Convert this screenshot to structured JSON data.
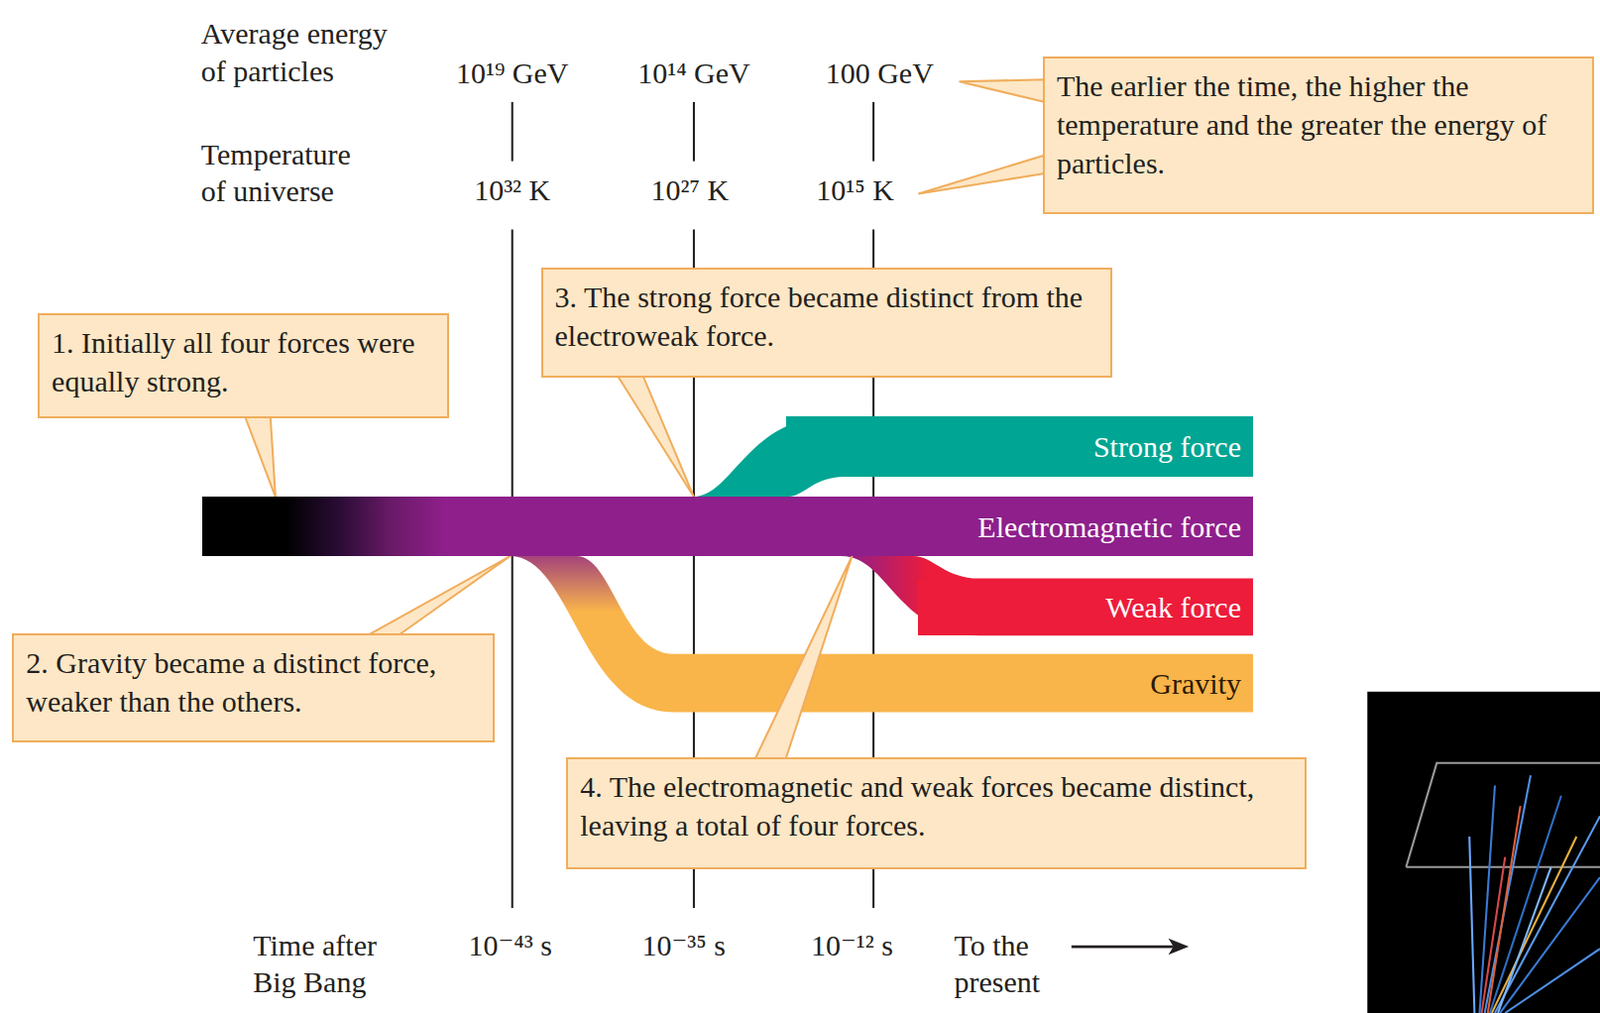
{
  "diagram": {
    "nodes": [
      {
        "text": [
          "The earlier the time, the higher the temperature and the greater the energy of particles."
        ]
      },
      {
        "text": [
          "1. Initially all four forces were equally strong."
        ]
      },
      {
        "text": [
          "3. The strong force became distinct from the electroweak force."
        ]
      },
      {
        "text": [
          "Strong force"
        ]
      },
      {
        "text": [
          "Electromagnetic force"
        ]
      },
      {
        "text": [
          "Weak force"
        ]
      },
      {
        "text": [
          "Gravity"
        ]
      },
      {
        "text": [
          "2. Gravity became a distinct force, weaker than the others."
        ]
      },
      {
        "text": [
          "4. The electromagnetic and weak forces became distinct, leaving a total of four forces."
        ]
      }
    ],
    "edges": [
      {
        "from": 1,
        "to": 4,
        "arrow": "none"
      },
      {
        "from": 2,
        "to": 4,
        "arrow": "none"
      },
      {
        "from": 7,
        "to": 4,
        "arrow": "none"
      },
      {
        "from": 8,
        "to": 4,
        "arrow": "none"
      }
    ],
    "labels": [
      "Average energy of particles",
      "10¹⁹ GeV",
      "10¹⁴ GeV",
      "100 GeV",
      "Temperature of universe",
      "10³² K",
      "10²⁷ K",
      "10¹⁵ K",
      "Time after Big Bang",
      "10⁻⁴³ s",
      "10⁻³⁵ s",
      "10⁻¹² s",
      "To the present"
    ]
  }
}
